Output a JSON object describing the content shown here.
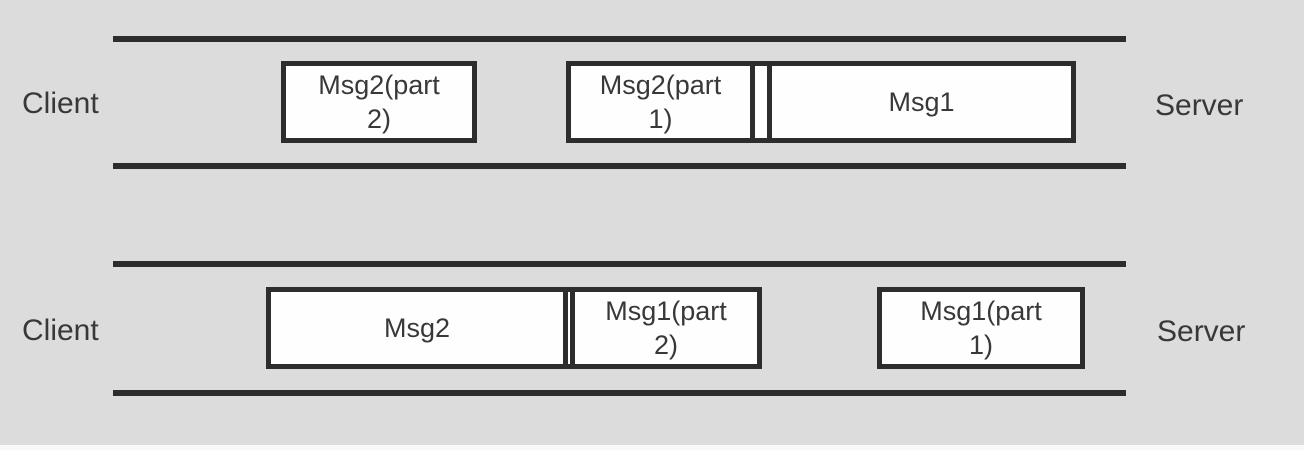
{
  "colors": {
    "background": "#dcdcdc",
    "line": "#2d2d2d",
    "box_border": "#2d2d2d",
    "box_fill": "#fefefe",
    "text": "#383838",
    "edge": "#f8f8f8"
  },
  "flows": [
    {
      "client_label": "Client",
      "server_label": "Server",
      "boxes": {
        "msg2_part2": {
          "lines": [
            "Msg2(part",
            "2)"
          ]
        },
        "msg2_part1": {
          "lines": [
            "Msg2(part",
            "1)"
          ]
        },
        "msg1": {
          "lines": [
            "Msg1"
          ]
        }
      }
    },
    {
      "client_label": "Client",
      "server_label": "Server",
      "boxes": {
        "msg2": {
          "lines": [
            "Msg2"
          ]
        },
        "msg1_part2": {
          "lines": [
            "Msg1(part",
            "2)"
          ]
        },
        "msg1_part1": {
          "lines": [
            "Msg1(part",
            "1)"
          ]
        }
      }
    }
  ]
}
